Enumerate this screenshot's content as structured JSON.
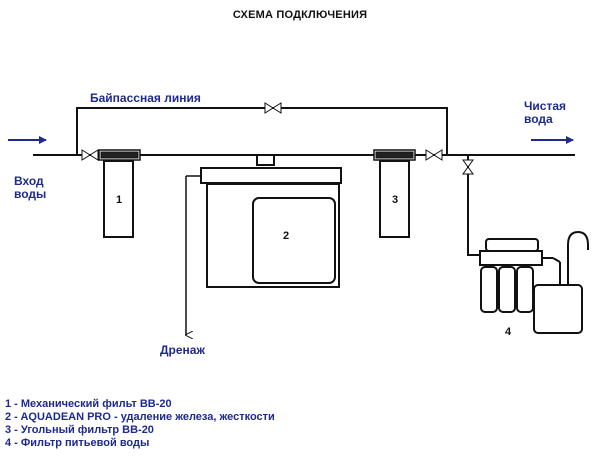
{
  "title": "СХЕМА ПОДКЛЮЧЕНИЯ",
  "labels": {
    "bypass": "Байпассная линия",
    "inlet_line1": "Вход",
    "inlet_line2": "воды",
    "outlet_line1": "Чистая",
    "outlet_line2": "вода",
    "drain": "Дренаж"
  },
  "components": [
    {
      "id": "1",
      "label": "1"
    },
    {
      "id": "2",
      "label": "2"
    },
    {
      "id": "3",
      "label": "3"
    },
    {
      "id": "4",
      "label": "4"
    }
  ],
  "legend": [
    "1 - Механический фильт ВВ-20",
    "2 - AQUADEAN PRO - удаление железа, жесткости",
    "3 - Угольный фильтр ВВ-20",
    "4 - Фильтр питьевой воды"
  ],
  "colors": {
    "line": "#111111",
    "arrow": "#1e2a8c",
    "text_blue": "#1e2a8c"
  }
}
